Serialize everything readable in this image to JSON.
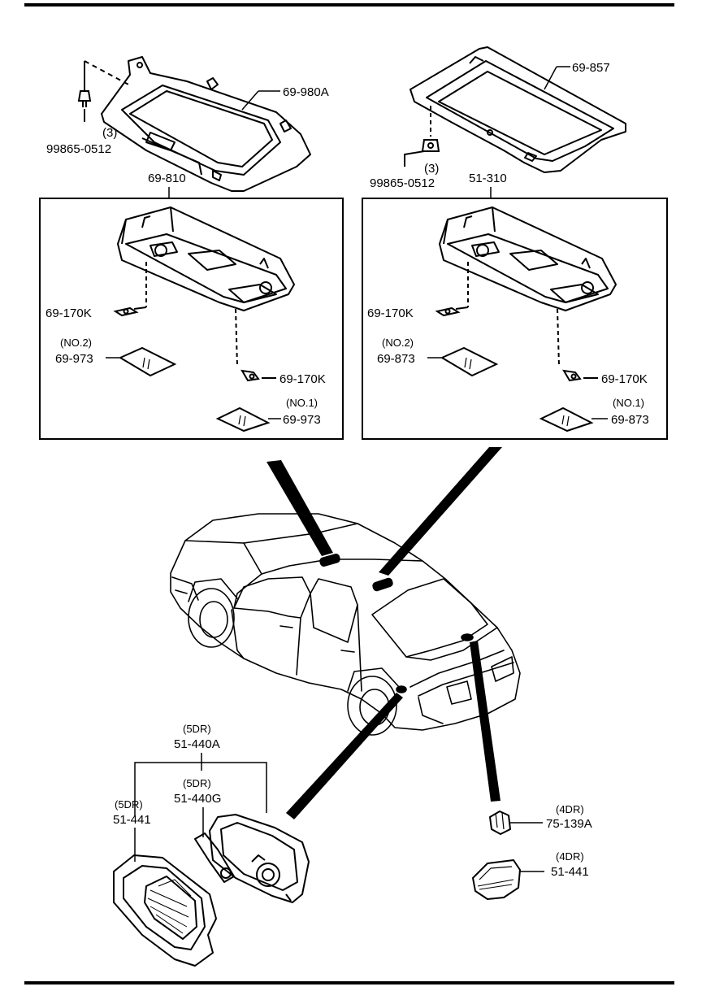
{
  "labels": {
    "bracket_left": "69-980A",
    "bracket_right": "69-857",
    "screw_left_qty": "(3)",
    "screw_left_part": "99865-0512",
    "screw_right_qty": "(3)",
    "screw_right_part": "99865-0512",
    "box_left_title": "69-810",
    "box_right_title": "51-310",
    "bulb_left_a": "69-170K",
    "bulb_left_b": "69-170K",
    "bulb_right_a": "69-170K",
    "bulb_right_b": "69-170K",
    "lens_left_no2_tag": "(NO.2)",
    "lens_left_no2_part": "69-973",
    "lens_left_no1_tag": "(NO.1)",
    "lens_left_no1_part": "69-973",
    "lens_right_no2_tag": "(NO.2)",
    "lens_right_no2_part": "69-873",
    "lens_right_no1_tag": "(NO.1)",
    "lens_right_no1_part": "69-873",
    "trunk_assy_tag": "(5DR)",
    "trunk_assy_part": "51-440A",
    "trunk_socket_tag": "(5DR)",
    "trunk_socket_part": "51-440G",
    "trunk_lens_tag": "(5DR)",
    "trunk_lens_part": "51-441",
    "bulb_4dr_tag": "(4DR)",
    "bulb_4dr_part": "75-139A",
    "lens_4dr_tag": "(4DR)",
    "lens_4dr_part": "51-441"
  }
}
